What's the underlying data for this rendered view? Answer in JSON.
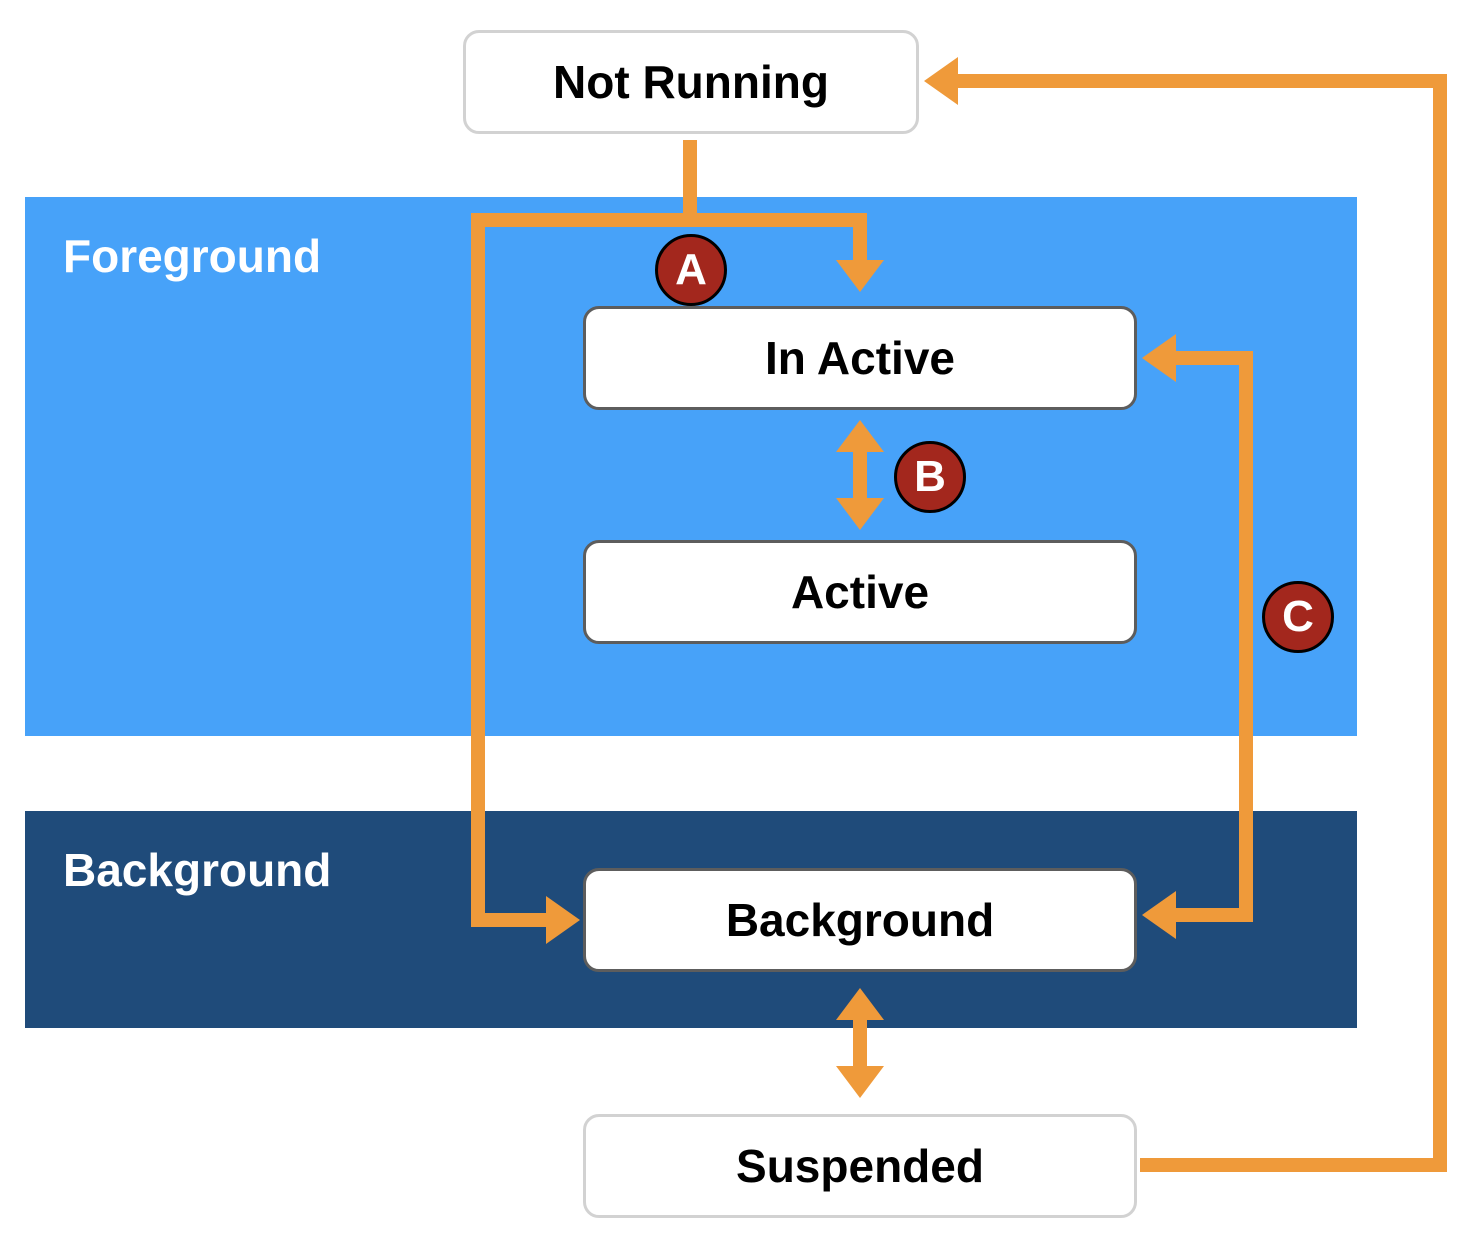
{
  "colors": {
    "foreground_region": "#47a2f9",
    "background_region": "#1f4b7a",
    "arrow": "#ef9a3a",
    "badge_fill": "#a3271d",
    "state_fill": "#ffffff"
  },
  "regions": {
    "foreground": {
      "label": "Foreground"
    },
    "background": {
      "label": "Background"
    }
  },
  "states": {
    "not_running": "Not Running",
    "inactive": "In Active",
    "active": "Active",
    "background": "Background",
    "suspended": "Suspended"
  },
  "transitions": [
    {
      "label": "A",
      "from": "Not Running",
      "to": [
        "In Active",
        "Background"
      ]
    },
    {
      "label": "B",
      "from": "In Active",
      "to": [
        "Active"
      ],
      "bidirectional": true
    },
    {
      "label": "C",
      "from": "Background",
      "to": [
        "In Active"
      ],
      "bidirectional": true
    },
    {
      "label": "",
      "from": "Background",
      "to": [
        "Suspended"
      ],
      "bidirectional": true
    },
    {
      "label": "",
      "from": "Suspended",
      "to": [
        "Not Running"
      ]
    }
  ],
  "badges": {
    "a": "A",
    "b": "B",
    "c": "C"
  }
}
